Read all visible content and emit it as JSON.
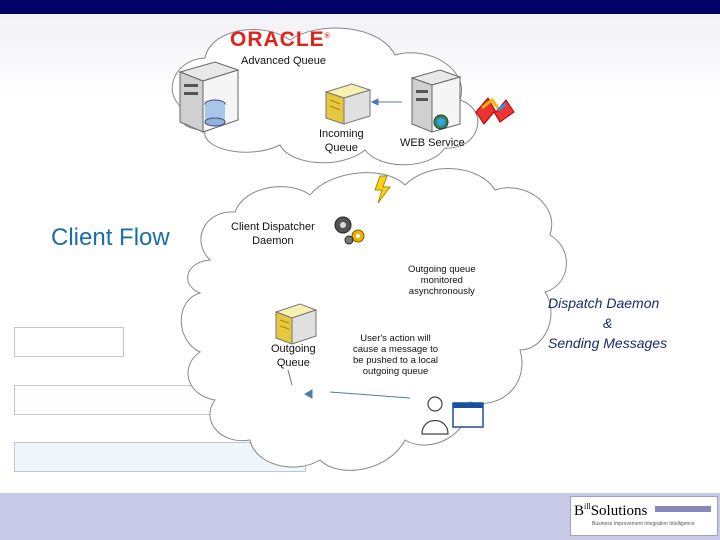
{
  "slide": {
    "title": "Client Flow",
    "brand": {
      "oracle_logo": "ORACLE",
      "oracle_reg": "®",
      "footer_logo_b": "B",
      "footer_logo_sup": "ill",
      "footer_logo_rest": "Solutions",
      "footer_tagline": "Business Improvement Integration Intelligence"
    }
  },
  "diagram": {
    "advanced_queue": "Advanced Queue",
    "incoming_queue": [
      "Incoming",
      "Queue"
    ],
    "web_service": "WEB Service",
    "client_dispatcher": [
      "Client Dispatcher",
      "Daemon"
    ],
    "outgoing_note": [
      "Outgoing queue",
      "monitored",
      "asynchronously"
    ],
    "outgoing_queue": [
      "Outgoing",
      "Queue"
    ],
    "user_action_note": [
      "User's action will",
      "cause a message to",
      "be pushed to a local",
      "outgoing queue"
    ],
    "dispatch_label": [
      "Dispatch Daemon",
      "&",
      "Sending Messages"
    ],
    "icons": [
      "oracle-server-icon",
      "queue-box-icon",
      "web-server-icon",
      "colorful-logo-icon",
      "lightning-icon",
      "gears-icon",
      "outgoing-queue-box-icon",
      "user-icon",
      "window-icon",
      "university-shield-icon"
    ],
    "colors": {
      "title": "#1a6fa8",
      "dispatch": "#1a2a6c",
      "oracle": "#e2231a",
      "top_bar": "#000066",
      "footer": "#c9c9e8"
    }
  }
}
